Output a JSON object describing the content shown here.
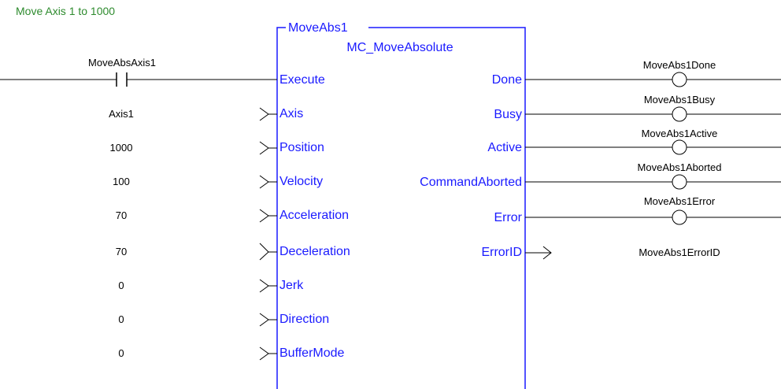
{
  "rung_comment": "Move Axis 1 to 1000",
  "block": {
    "instance": "MoveAbs1",
    "type": "MC_MoveAbsolute",
    "input_pins": [
      "Execute",
      "Axis",
      "Position",
      "Velocity",
      "Acceleration",
      "Deceleration",
      "Jerk",
      "Direction",
      "BufferMode"
    ],
    "output_pins": [
      "Done",
      "Busy",
      "Active",
      "CommandAborted",
      "Error",
      "ErrorID"
    ]
  },
  "inputs": {
    "contact_label": "MoveAbsAxis1",
    "values": [
      "Axis1",
      "1000",
      "100",
      "70",
      "70",
      "0",
      "0",
      "0"
    ]
  },
  "outputs": {
    "coil_labels": [
      "MoveAbs1Done",
      "MoveAbs1Busy",
      "MoveAbs1Active",
      "MoveAbs1Aborted",
      "MoveAbs1Error"
    ],
    "error_id_label": "MoveAbs1ErrorID"
  },
  "colors": {
    "block_border": "#1a1aff",
    "pin_text": "#1a1aff",
    "comment_text": "#2e8b2e",
    "wire": "#000000"
  }
}
